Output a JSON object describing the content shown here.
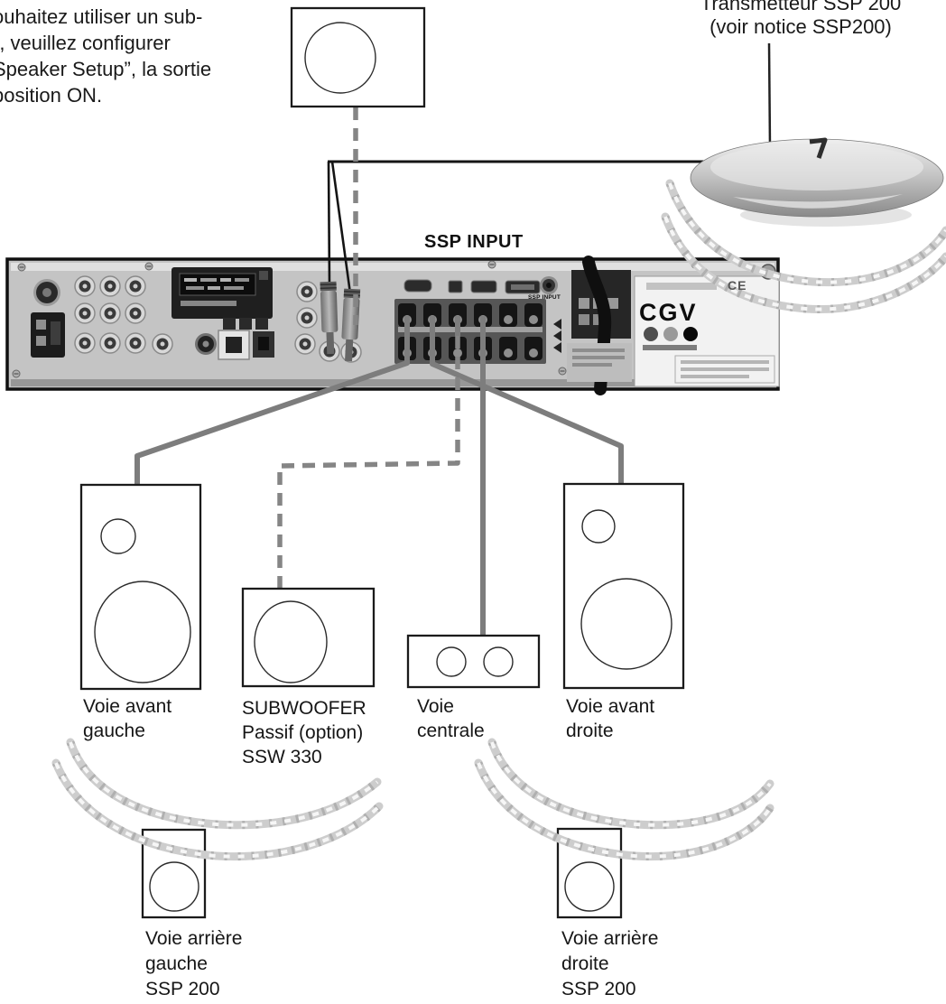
{
  "intro": {
    "lines": [
      "ouhaitez utiliser un sub-",
      "”, veuillez configurer",
      "Speaker Setup”, la sortie",
      "position ON."
    ]
  },
  "transmitter": {
    "title": "Transmetteur SSP 200",
    "subtitle": "(voir notice SSP200)"
  },
  "amplifier": {
    "heading": "SSP INPUT",
    "panel_jack_label": "SSP INPUT",
    "brand": "CGV",
    "ce_mark": "CE"
  },
  "speakers": {
    "front_left": {
      "label_lines": [
        "Voie avant",
        "gauche"
      ]
    },
    "subwoofer": {
      "label_lines": [
        "SUBWOOFER",
        "Passif (option)",
        "SSW 330"
      ]
    },
    "center": {
      "label_lines": [
        "Voie",
        "centrale"
      ]
    },
    "front_right": {
      "label_lines": [
        "Voie avant",
        "droite"
      ]
    },
    "rear_left": {
      "label_lines": [
        "Voie arrière",
        "gauche",
        "SSP 200"
      ]
    },
    "rear_right": {
      "label_lines": [
        "Voie arrière",
        "droite",
        "SSP 200"
      ]
    }
  },
  "colors": {
    "wire_gray": "#7d7d7d",
    "dashed_gray": "#858585",
    "cable_black": "#141414",
    "rope_gray": "#cdcdcd",
    "panel_gray": "#c4c4c4",
    "label_white": "#f2f2f2"
  }
}
